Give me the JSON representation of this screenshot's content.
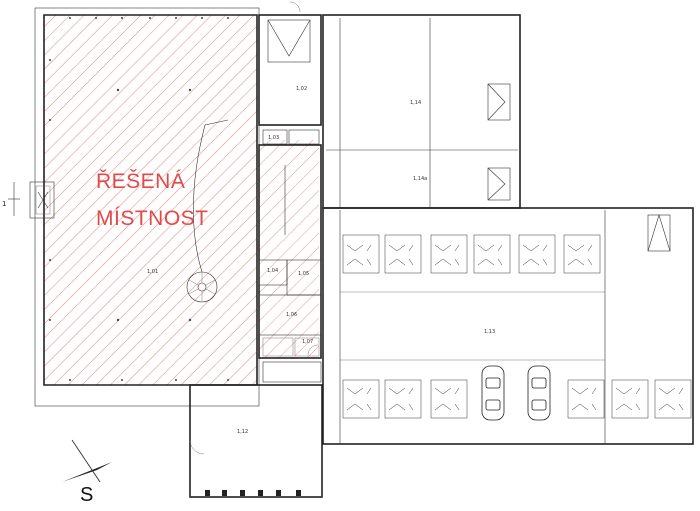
{
  "highlight": {
    "title_line1": "ŘEŠENÁ",
    "title_line2": "MÍSTNOST",
    "hatch_color": "#e24a4a"
  },
  "rooms": {
    "r101": "1,01",
    "r102": "1,02",
    "r103": "1,03",
    "r104": "1,04",
    "r105": "1,05",
    "r106": "1,06",
    "r107": "1,07",
    "r112": "1,12",
    "r113": "1,13",
    "r114": "1,14",
    "r114a": "1,14a"
  },
  "orientation": {
    "north_letter": "S"
  },
  "section_mark": "1"
}
